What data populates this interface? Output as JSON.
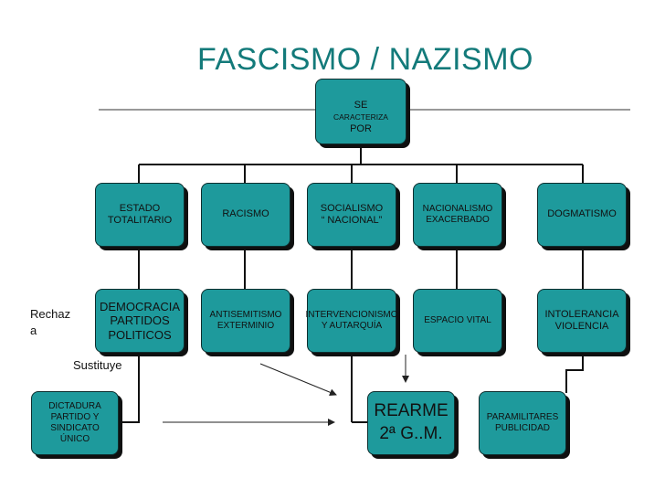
{
  "title": "FASCISMO / NAZISMO",
  "root": {
    "main": "SE",
    "small": "CARACTERIZA",
    "line2": "POR"
  },
  "row1": [
    "ESTADO\nTOTALITARIO",
    "RACISMO",
    "SOCIALISMO\n“ NACIONAL”",
    "NACIONALISMO\nEXACERBADO",
    "DOGMATISMO"
  ],
  "row2": [
    "DEMOCRACIA\nPARTIDOS\nPOLITICOS",
    "ANTISEMITISMO\nEXTERMINIO",
    "INTERVENCIONISMO\nY AUTARQUÍA",
    "ESPACIO VITAL",
    "INTOLERANCIA\nVIOLENCIA"
  ],
  "row3": {
    "dictadura": "DICTADURA\nPARTIDO Y\nSINDICATO ÚNICO",
    "rearme": "REARME\n2ª G..M.",
    "paramilitares": "PARAMILITARES\nPUBLICIDAD"
  },
  "labels": {
    "rechaza": "Rechaz\na",
    "sustituye": "Sustituye"
  },
  "colors": {
    "node_fill": "#1e9a9c",
    "title": "#137a7a",
    "shadow": "#0f1010"
  }
}
